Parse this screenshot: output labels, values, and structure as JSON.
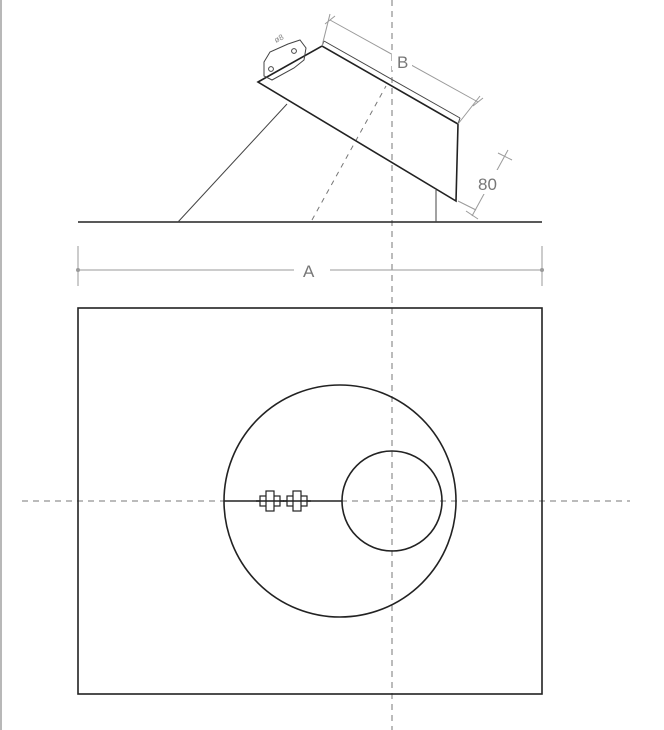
{
  "dimensions": {
    "width_label": "A",
    "length_label": "B",
    "height_label": "80",
    "hole_label": "ø8"
  },
  "colors": {
    "line": "#222222",
    "dimension": "#9a9a9a",
    "centerline": "#777777"
  }
}
